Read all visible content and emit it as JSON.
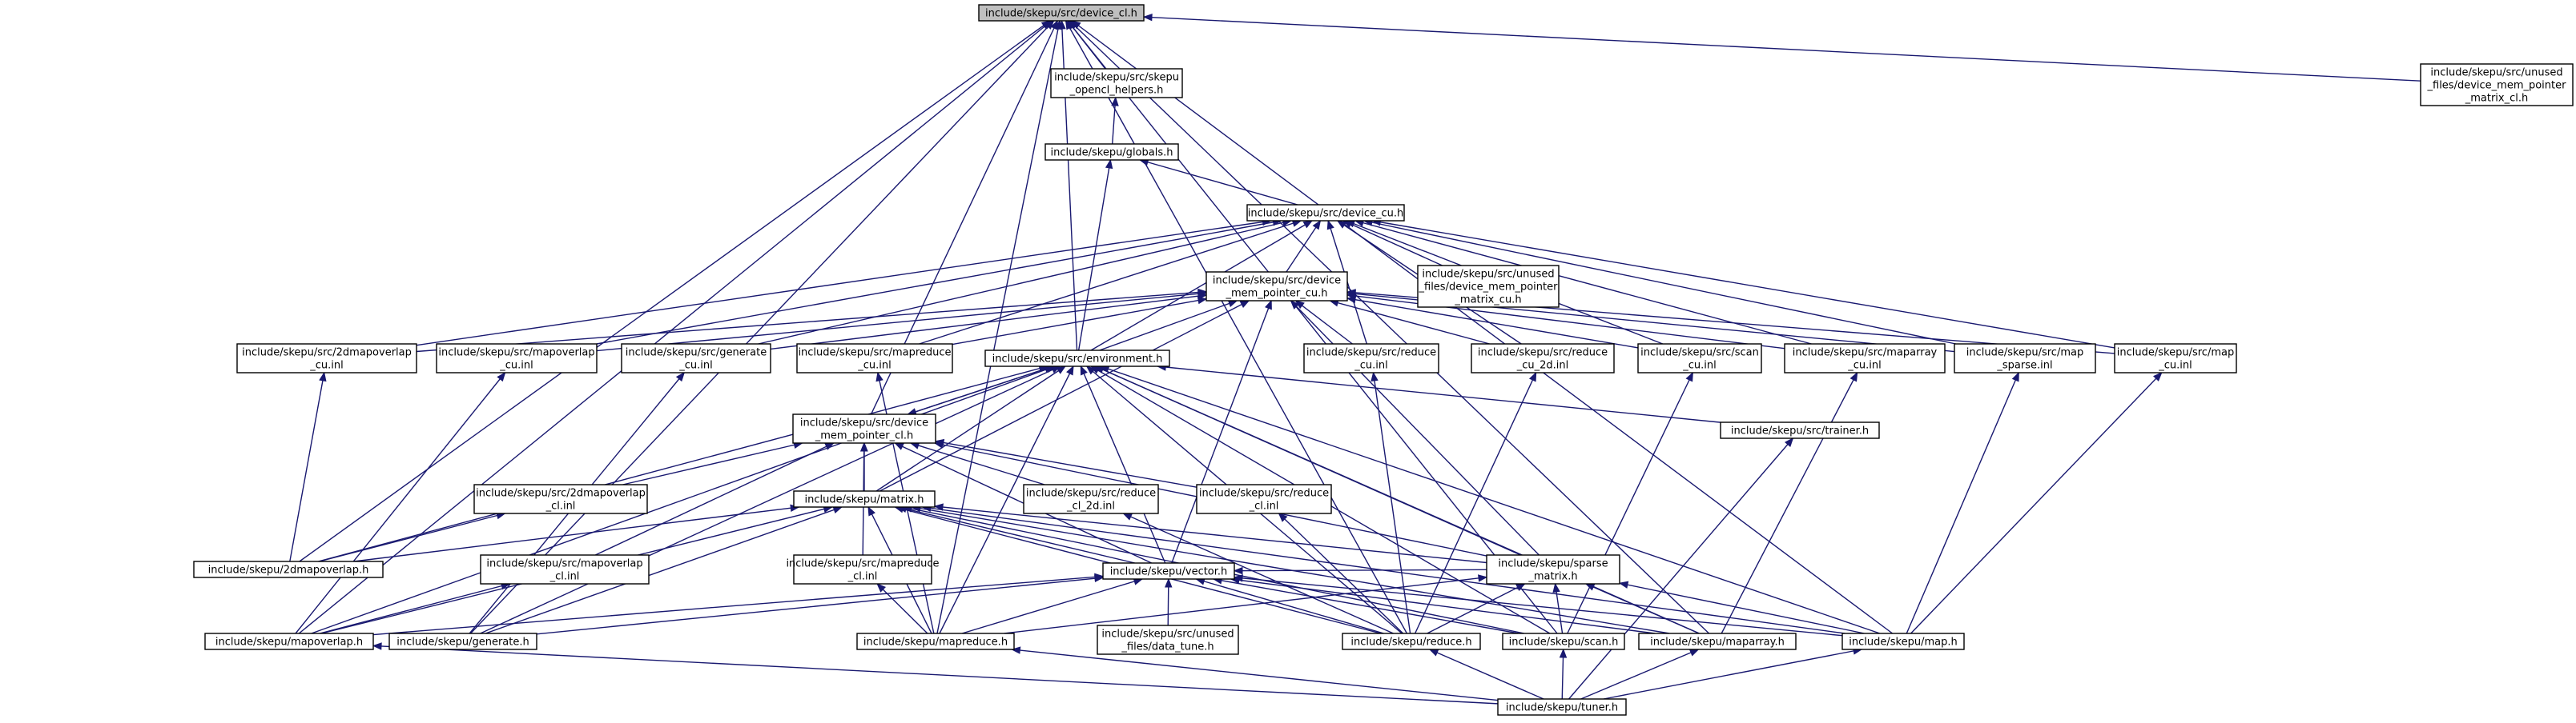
{
  "graph": {
    "nodes": [
      {
        "id": "device_cl",
        "lines": [
          "include/skepu/src/device_cl.h"
        ],
        "root": true
      },
      {
        "id": "opencl_helpers",
        "lines": [
          "include/skepu/src/skepu",
          "_opencl_helpers.h"
        ]
      },
      {
        "id": "unused_dmp_matrix_cl",
        "lines": [
          "include/skepu/src/unused",
          "_files/device_mem_pointer",
          "_matrix_cl.h"
        ]
      },
      {
        "id": "globals",
        "lines": [
          "include/skepu/globals.h"
        ]
      },
      {
        "id": "device_cu",
        "lines": [
          "include/skepu/src/device_cu.h"
        ]
      },
      {
        "id": "device_mem_pointer_cu",
        "lines": [
          "include/skepu/src/device",
          "_mem_pointer_cu.h"
        ]
      },
      {
        "id": "unused_dmp_matrix_cu",
        "lines": [
          "include/skepu/src/unused",
          "_files/device_mem_pointer",
          "_matrix_cu.h"
        ]
      },
      {
        "id": "mapoverlap2d_cu",
        "lines": [
          "include/skepu/src/2dmapoverlap",
          "_cu.inl"
        ]
      },
      {
        "id": "mapoverlap_cu",
        "lines": [
          "include/skepu/src/mapoverlap",
          "_cu.inl"
        ]
      },
      {
        "id": "generate_cu",
        "lines": [
          "include/skepu/src/generate",
          "_cu.inl"
        ]
      },
      {
        "id": "mapreduce_cu",
        "lines": [
          "include/skepu/src/mapreduce",
          "_cu.inl"
        ]
      },
      {
        "id": "environment",
        "lines": [
          "include/skepu/src/environment.h"
        ]
      },
      {
        "id": "reduce_cu",
        "lines": [
          "include/skepu/src/reduce",
          "_cu.inl"
        ]
      },
      {
        "id": "reduce_cu_2d",
        "lines": [
          "include/skepu/src/reduce",
          "_cu_2d.inl"
        ]
      },
      {
        "id": "scan_cu",
        "lines": [
          "include/skepu/src/scan",
          "_cu.inl"
        ]
      },
      {
        "id": "maparray_cu",
        "lines": [
          "include/skepu/src/maparray",
          "_cu.inl"
        ]
      },
      {
        "id": "map_sparse",
        "lines": [
          "include/skepu/src/map",
          "_sparse.inl"
        ]
      },
      {
        "id": "map_cu",
        "lines": [
          "include/skepu/src/map",
          "_cu.inl"
        ]
      },
      {
        "id": "device_mem_pointer_cl",
        "lines": [
          "include/skepu/src/device",
          "_mem_pointer_cl.h"
        ]
      },
      {
        "id": "trainer",
        "lines": [
          "include/skepu/src/trainer.h"
        ]
      },
      {
        "id": "mapoverlap2d_cl",
        "lines": [
          "include/skepu/src/2dmapoverlap",
          "_cl.inl"
        ]
      },
      {
        "id": "matrix",
        "lines": [
          "include/skepu/matrix.h"
        ]
      },
      {
        "id": "reduce_cl_2d",
        "lines": [
          "include/skepu/src/reduce",
          "_cl_2d.inl"
        ]
      },
      {
        "id": "reduce_cl",
        "lines": [
          "include/skepu/src/reduce",
          "_cl.inl"
        ]
      },
      {
        "id": "mapoverlap2d_h",
        "lines": [
          "include/skepu/2dmapoverlap.h"
        ]
      },
      {
        "id": "mapoverlap_cl",
        "lines": [
          "include/skepu/src/mapoverlap",
          "_cl.inl"
        ]
      },
      {
        "id": "mapreduce_cl",
        "lines": [
          "include/skepu/src/mapreduce",
          "_cl.inl"
        ]
      },
      {
        "id": "vector",
        "lines": [
          "include/skepu/vector.h"
        ]
      },
      {
        "id": "sparse_matrix",
        "lines": [
          "include/skepu/sparse",
          "_matrix.h"
        ]
      },
      {
        "id": "unused_data_tune",
        "lines": [
          "include/skepu/src/unused",
          "_files/data_tune.h"
        ]
      },
      {
        "id": "mapoverlap_h",
        "lines": [
          "include/skepu/mapoverlap.h"
        ]
      },
      {
        "id": "generate_h",
        "lines": [
          "include/skepu/generate.h"
        ]
      },
      {
        "id": "mapreduce_h",
        "lines": [
          "include/skepu/mapreduce.h"
        ]
      },
      {
        "id": "reduce_h",
        "lines": [
          "include/skepu/reduce.h"
        ]
      },
      {
        "id": "scan_h",
        "lines": [
          "include/skepu/scan.h"
        ]
      },
      {
        "id": "maparray_h",
        "lines": [
          "include/skepu/maparray.h"
        ]
      },
      {
        "id": "map_h",
        "lines": [
          "include/skepu/map.h"
        ]
      },
      {
        "id": "tuner",
        "lines": [
          "include/skepu/tuner.h"
        ]
      }
    ],
    "edges": [
      [
        "device_cl",
        "opencl_helpers"
      ],
      [
        "device_cl",
        "unused_dmp_matrix_cl"
      ],
      [
        "device_cl",
        "environment"
      ],
      [
        "device_cl",
        "device_mem_pointer_cl"
      ],
      [
        "device_cl",
        "mapoverlap2d_h"
      ],
      [
        "device_cl",
        "mapoverlap_h"
      ],
      [
        "device_cl",
        "generate_h"
      ],
      [
        "device_cl",
        "mapreduce_h"
      ],
      [
        "device_cl",
        "reduce_h"
      ],
      [
        "device_cl",
        "scan_h"
      ],
      [
        "device_cl",
        "maparray_h"
      ],
      [
        "device_cl",
        "map_h"
      ],
      [
        "opencl_helpers",
        "globals"
      ],
      [
        "globals",
        "environment"
      ],
      [
        "globals",
        "device_cu"
      ],
      [
        "device_cu",
        "device_mem_pointer_cu"
      ],
      [
        "device_cu",
        "unused_dmp_matrix_cu"
      ],
      [
        "device_cu",
        "mapoverlap2d_cu"
      ],
      [
        "device_cu",
        "mapoverlap_cu"
      ],
      [
        "device_cu",
        "generate_cu"
      ],
      [
        "device_cu",
        "mapreduce_cu"
      ],
      [
        "device_cu",
        "environment"
      ],
      [
        "device_cu",
        "reduce_cu"
      ],
      [
        "device_cu",
        "reduce_cu_2d"
      ],
      [
        "device_cu",
        "scan_cu"
      ],
      [
        "device_cu",
        "maparray_cu"
      ],
      [
        "device_cu",
        "map_sparse"
      ],
      [
        "device_cu",
        "map_cu"
      ],
      [
        "device_mem_pointer_cu",
        "mapoverlap2d_cu"
      ],
      [
        "device_mem_pointer_cu",
        "mapoverlap_cu"
      ],
      [
        "device_mem_pointer_cu",
        "generate_cu"
      ],
      [
        "device_mem_pointer_cu",
        "mapreduce_cu"
      ],
      [
        "device_mem_pointer_cu",
        "environment"
      ],
      [
        "device_mem_pointer_cu",
        "reduce_cu"
      ],
      [
        "device_mem_pointer_cu",
        "reduce_cu_2d"
      ],
      [
        "device_mem_pointer_cu",
        "scan_cu"
      ],
      [
        "device_mem_pointer_cu",
        "maparray_cu"
      ],
      [
        "device_mem_pointer_cu",
        "map_sparse"
      ],
      [
        "device_mem_pointer_cu",
        "map_cu"
      ],
      [
        "device_mem_pointer_cu",
        "matrix"
      ],
      [
        "device_mem_pointer_cu",
        "vector"
      ],
      [
        "device_mem_pointer_cu",
        "sparse_matrix"
      ],
      [
        "mapoverlap2d_cu",
        "mapoverlap2d_h"
      ],
      [
        "mapoverlap_cu",
        "mapoverlap_h"
      ],
      [
        "generate_cu",
        "generate_h"
      ],
      [
        "mapreduce_cu",
        "mapreduce_h"
      ],
      [
        "reduce_cu",
        "reduce_h"
      ],
      [
        "reduce_cu_2d",
        "reduce_h"
      ],
      [
        "scan_cu",
        "scan_h"
      ],
      [
        "maparray_cu",
        "maparray_h"
      ],
      [
        "map_sparse",
        "map_h"
      ],
      [
        "map_cu",
        "map_h"
      ],
      [
        "environment",
        "device_mem_pointer_cl"
      ],
      [
        "environment",
        "trainer"
      ],
      [
        "environment",
        "matrix"
      ],
      [
        "environment",
        "vector"
      ],
      [
        "environment",
        "sparse_matrix"
      ],
      [
        "environment",
        "mapoverlap2d_h"
      ],
      [
        "environment",
        "mapoverlap_h"
      ],
      [
        "environment",
        "generate_h"
      ],
      [
        "environment",
        "mapreduce_h"
      ],
      [
        "environment",
        "reduce_h"
      ],
      [
        "environment",
        "scan_h"
      ],
      [
        "environment",
        "maparray_h"
      ],
      [
        "environment",
        "map_h"
      ],
      [
        "device_mem_pointer_cl",
        "environment"
      ],
      [
        "device_mem_pointer_cl",
        "mapoverlap2d_cl"
      ],
      [
        "device_mem_pointer_cl",
        "matrix"
      ],
      [
        "device_mem_pointer_cl",
        "reduce_cl_2d"
      ],
      [
        "device_mem_pointer_cl",
        "reduce_cl"
      ],
      [
        "device_mem_pointer_cl",
        "mapoverlap_cl"
      ],
      [
        "device_mem_pointer_cl",
        "mapreduce_cl"
      ],
      [
        "device_mem_pointer_cl",
        "vector"
      ],
      [
        "device_mem_pointer_cl",
        "sparse_matrix"
      ],
      [
        "trainer",
        "tuner"
      ],
      [
        "mapoverlap2d_cl",
        "mapoverlap2d_h"
      ],
      [
        "reduce_cl_2d",
        "reduce_h"
      ],
      [
        "reduce_cl",
        "reduce_h"
      ],
      [
        "mapoverlap_cl",
        "mapoverlap_h"
      ],
      [
        "mapreduce_cl",
        "mapreduce_h"
      ],
      [
        "matrix",
        "mapoverlap2d_h"
      ],
      [
        "matrix",
        "mapoverlap_h"
      ],
      [
        "matrix",
        "generate_h"
      ],
      [
        "matrix",
        "mapreduce_h"
      ],
      [
        "matrix",
        "vector"
      ],
      [
        "matrix",
        "reduce_h"
      ],
      [
        "matrix",
        "scan_h"
      ],
      [
        "matrix",
        "maparray_h"
      ],
      [
        "matrix",
        "map_h"
      ],
      [
        "matrix",
        "sparse_matrix"
      ],
      [
        "vector",
        "mapoverlap_h"
      ],
      [
        "vector",
        "generate_h"
      ],
      [
        "vector",
        "mapreduce_h"
      ],
      [
        "vector",
        "unused_data_tune"
      ],
      [
        "vector",
        "reduce_h"
      ],
      [
        "vector",
        "scan_h"
      ],
      [
        "vector",
        "maparray_h"
      ],
      [
        "vector",
        "map_h"
      ],
      [
        "vector",
        "sparse_matrix"
      ],
      [
        "sparse_matrix",
        "mapreduce_h"
      ],
      [
        "sparse_matrix",
        "reduce_h"
      ],
      [
        "sparse_matrix",
        "scan_h"
      ],
      [
        "sparse_matrix",
        "maparray_h"
      ],
      [
        "sparse_matrix",
        "map_h"
      ],
      [
        "mapoverlap_h",
        "tuner"
      ],
      [
        "mapreduce_h",
        "tuner"
      ],
      [
        "reduce_h",
        "tuner"
      ],
      [
        "scan_h",
        "tuner"
      ],
      [
        "maparray_h",
        "tuner"
      ],
      [
        "map_h",
        "tuner"
      ]
    ]
  }
}
